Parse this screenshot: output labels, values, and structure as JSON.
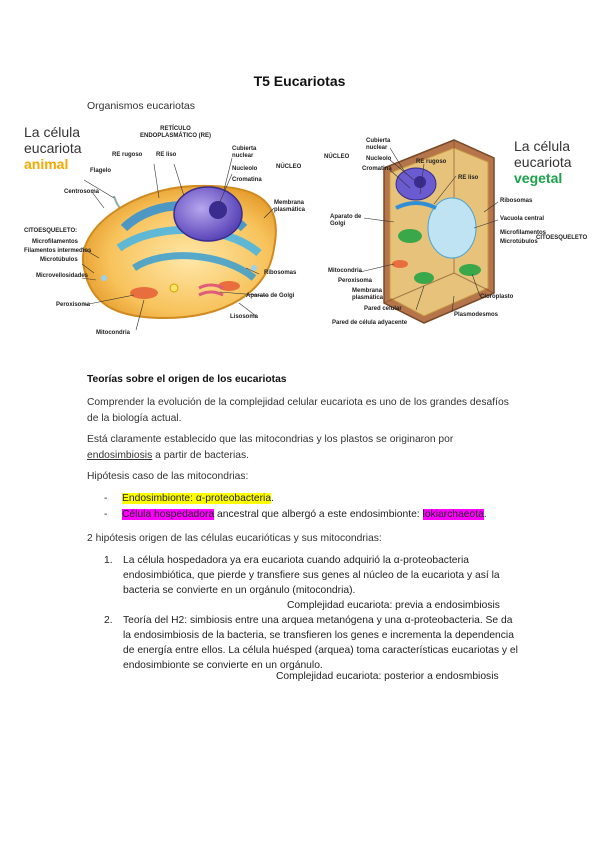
{
  "title": "T5 Eucariotas",
  "subtitle": "Organismos eucariotas",
  "animal_figure": {
    "title_line1": "La célula",
    "title_line2": "eucariota",
    "title_accent": "animal",
    "accent_color": "#f2a900",
    "labels": {
      "reticulo": "RETÍCULO",
      "endoplasmatico": "ENDOPLASMÁTICO (RE)",
      "re_rugoso": "RE rugoso",
      "re_liso": "RE liso",
      "cubierta": "Cubierta",
      "nuclear": "nuclear",
      "nucleolo": "Nucleolo",
      "cromatina": "Cromatina",
      "nucleo": "NÚCLEO",
      "flagelo": "Flagelo",
      "centrosoma": "Centrosoma",
      "membrana": "Membrana",
      "plasmatica": "plasmática",
      "citoesqueleto": "CITOESQUELETO:",
      "microfilamentos": "Microfilamentos",
      "filamentos": "Filamentos intermedios",
      "microtubulos": "Microtúbulos",
      "microvellosidades": "Microvellosidades",
      "ribosomas": "Ribosomas",
      "golgi": "Aparato de Golgi",
      "peroxisoma": "Peroxisoma",
      "lisosoma": "Lisosoma",
      "mitocondria": "Mitocondria"
    }
  },
  "plant_figure": {
    "title_line1": "La célula",
    "title_line2": "eucariota",
    "title_accent": "vegetal",
    "accent_color": "#1aa34a",
    "labels": {
      "cubierta": "Cubierta",
      "nuclear": "nuclear",
      "nucleo": "NÚCLEO",
      "nucleolo": "Nucleolo",
      "cromatina": "Cromatina",
      "re_rugoso": "RE rugoso",
      "re_liso": "RE liso",
      "ribosomas": "Ribosomas",
      "aparato": "Aparato de",
      "golgi": "Golgi",
      "vacuola": "Vacuola central",
      "microfilamentos": "Microfilamentos",
      "microtubulos": "Microtúbulos",
      "citoesqueleto": "CITOESQUELETO",
      "mitocondria": "Mitocondria",
      "peroxisoma": "Peroxisoma",
      "membrana": "Membrana",
      "plasmatica": "plasmática",
      "pared": "Pared celular",
      "cloroplasto": "Cloroplasto",
      "plasmodesmos": "Plasmodesmos",
      "pared_adyacente": "Pared de célula adyacente"
    }
  },
  "section_heading": "Teorías sobre el origen de los eucariotas",
  "para1": "Comprender la evolución de la complejidad celular eucariota es uno de los grandes desafíos de la biología actual.",
  "para2_before": "Está claramente establecido que las mitocondrias y los plastos se originaron por ",
  "para2_underlined": "endosimbiosis",
  "para2_after": " a partir de bacterias.",
  "para3": "Hipótesis caso de las mitocondrias:",
  "bullets": {
    "dash": "-",
    "b1_highlight": "Endosimbionte: α-proteobacteria",
    "b1_after": ".",
    "b2_highlight": "Célula hospedadora",
    "b2_middle": " ancestral que albergó a este endosimbionte: ",
    "b2_highlight2": "lokiarchaeota",
    "b2_after": "."
  },
  "para4": "2 hipótesis origen de las células eucarióticas y sus mitocondrias:",
  "items": [
    {
      "num": "1.",
      "text": "La célula hospedadora ya era eucariota cuando adquirió la α-proteobacteria endosimbiótica, que pierde y transfiere sus genes al núcleo de la eucariota y así la bacteria se convierte en un orgánulo (mitocondria).",
      "note": "Complejidad eucariota: previa a endosimbiosis"
    },
    {
      "num": "2.",
      "text": "Teoría del H2: simbiosis entre una arquea metanógena y una α-proteobacteria. Se da la endosimbiosis de la bacteria, se transfieren los genes e incrementa la dependencia de energía entre ellos. La célula huésped (arquea) toma características eucariotas y el endosimbionte se convierte en un orgánulo.",
      "note": "Complejidad eucariota: posterior a endosmbiosis"
    }
  ]
}
